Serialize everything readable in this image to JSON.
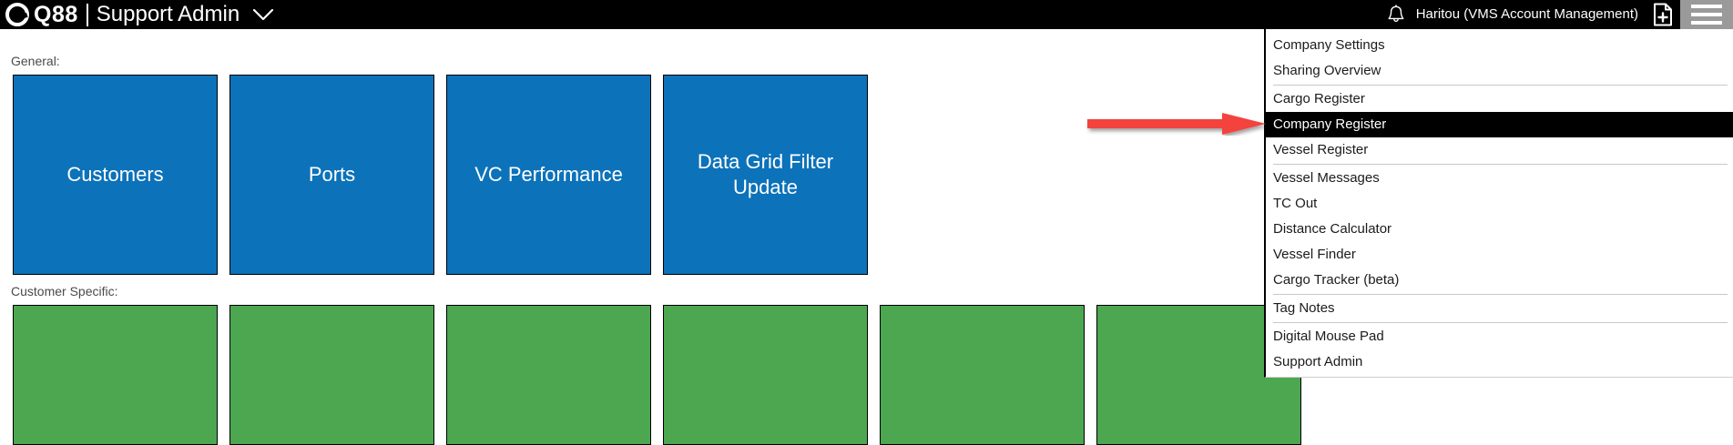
{
  "header": {
    "logo_text": "Q88",
    "app_title": "Support Admin",
    "title_chevron_icon": "chevron-down-icon",
    "notifications_icon": "bell-icon",
    "user_label": "Haritou (VMS Account Management)",
    "new_document_icon": "document-plus-icon",
    "menu_icon": "hamburger-menu-icon",
    "background_color": "#000000",
    "hamburger_background_color": "#9a9a9a"
  },
  "main": {
    "general_label": "General:",
    "customer_specific_label": "Customer Specific:",
    "general_tiles": [
      {
        "label": "Customers"
      },
      {
        "label": "Ports"
      },
      {
        "label": "VC Performance"
      },
      {
        "label": "Data Grid Filter Update"
      }
    ],
    "customer_tiles": [
      {
        "label": ""
      },
      {
        "label": ""
      },
      {
        "label": ""
      },
      {
        "label": ""
      },
      {
        "label": ""
      },
      {
        "label": ""
      }
    ],
    "tile_blue_color": "#0c72ba",
    "tile_green_color": "#4ca750"
  },
  "dropdown": {
    "selected_item": "Company Register",
    "items": [
      {
        "label": "Company Settings",
        "selected": false,
        "separator_after": false
      },
      {
        "label": "Sharing Overview",
        "selected": false,
        "separator_after": true
      },
      {
        "label": "Cargo Register",
        "selected": false,
        "separator_after": false
      },
      {
        "label": "Company Register",
        "selected": true,
        "separator_after": false
      },
      {
        "label": "Vessel Register",
        "selected": false,
        "separator_after": true
      },
      {
        "label": "Vessel Messages",
        "selected": false,
        "separator_after": false
      },
      {
        "label": "TC Out",
        "selected": false,
        "separator_after": false
      },
      {
        "label": "Distance Calculator",
        "selected": false,
        "separator_after": false
      },
      {
        "label": "Vessel Finder",
        "selected": false,
        "separator_after": false
      },
      {
        "label": "Cargo Tracker (beta)",
        "selected": false,
        "separator_after": true
      },
      {
        "label": "Tag Notes",
        "selected": false,
        "separator_after": true
      },
      {
        "label": "Digital Mouse Pad",
        "selected": false,
        "separator_after": false
      },
      {
        "label": "Support Admin",
        "selected": false,
        "separator_after": false
      }
    ],
    "highlight_color": "#000000"
  },
  "annotation": {
    "arrow_color": "#f4433c",
    "arrow_points_to": "Company Register"
  }
}
